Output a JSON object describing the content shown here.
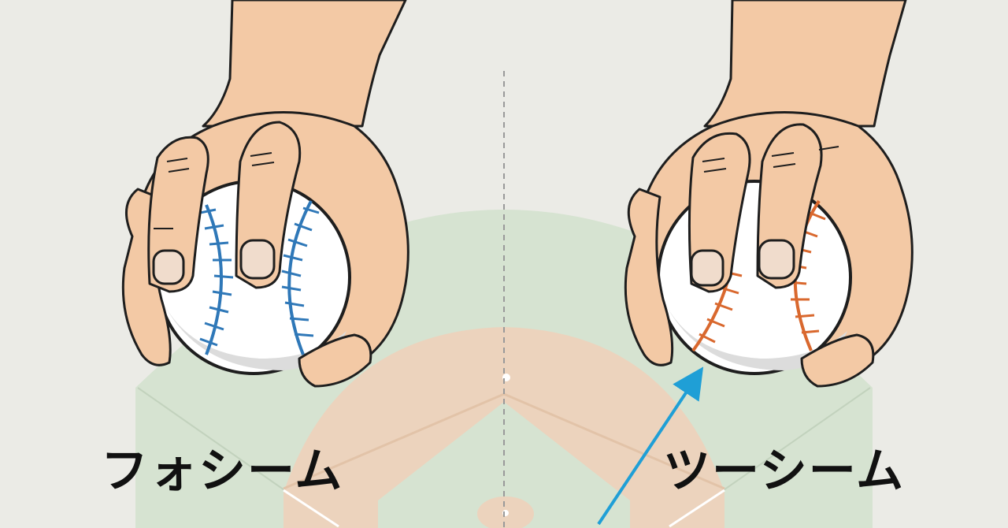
{
  "labels": {
    "four_seam": "フォシーム",
    "two_seam": "ツーシーム"
  },
  "colors": {
    "background": "#ebebe6",
    "outfield_grass": "#d6e3d1",
    "infield_dirt": "#ecd3bd",
    "skin": "#f3c9a5",
    "outline": "#1e1e1e",
    "ball": "#ffffff",
    "four_seam_stitch": "#2f78b8",
    "two_seam_stitch": "#d9682e",
    "arrow": "#1f9fd6",
    "center_line": "#999999"
  },
  "icons": {
    "left_grip": "hand-gripping-baseball-four-seam",
    "right_grip": "hand-gripping-baseball-two-seam",
    "field": "baseball-diamond",
    "arrow": "arrow-up-right"
  }
}
